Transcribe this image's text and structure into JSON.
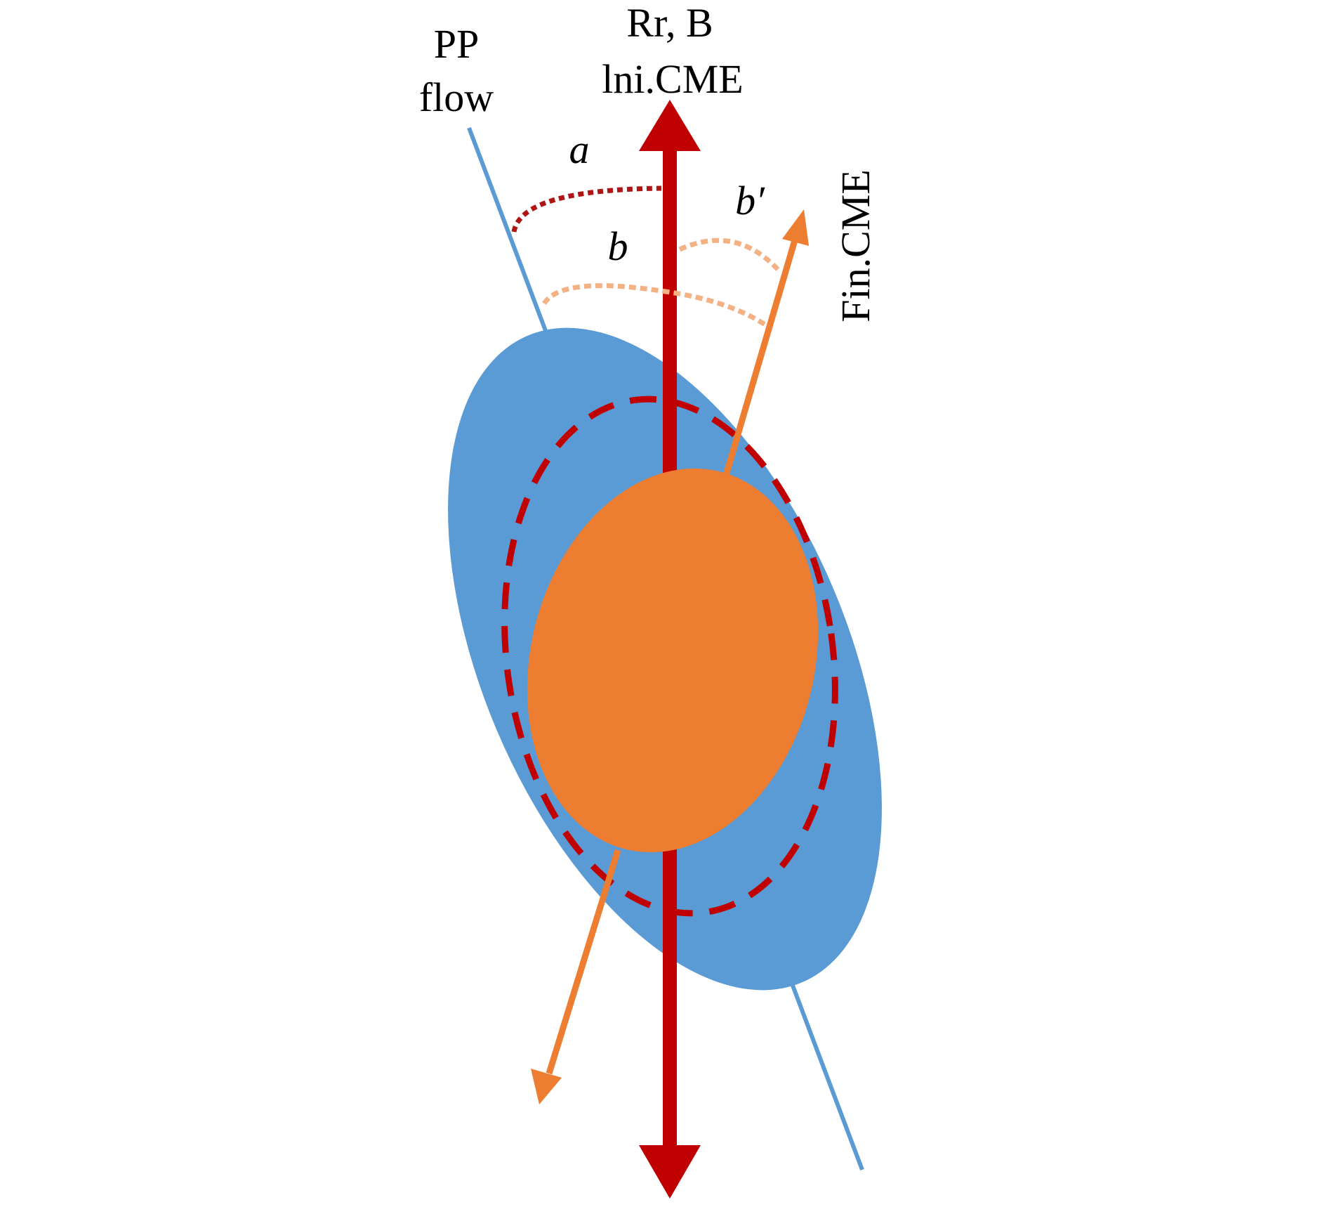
{
  "labels": {
    "pp_line1": "PP",
    "pp_line2": "flow",
    "rr_line1": "Rr, B",
    "rr_line2": "lni.CME",
    "fin_cme": "Fin.CME",
    "angle_a": "a",
    "angle_b": "b",
    "angle_b_prime": "b′"
  },
  "colors": {
    "blue_ellipse": "#5b9bd5",
    "pp_line": "#5b9bd5",
    "orange_ellipse": "#ed7d31",
    "orange_arrow": "#ed7d31",
    "red_arrow": "#c00000",
    "dashed_circle": "#c00000",
    "arc_a": "#b01515",
    "arc_b": "#f4b183"
  }
}
